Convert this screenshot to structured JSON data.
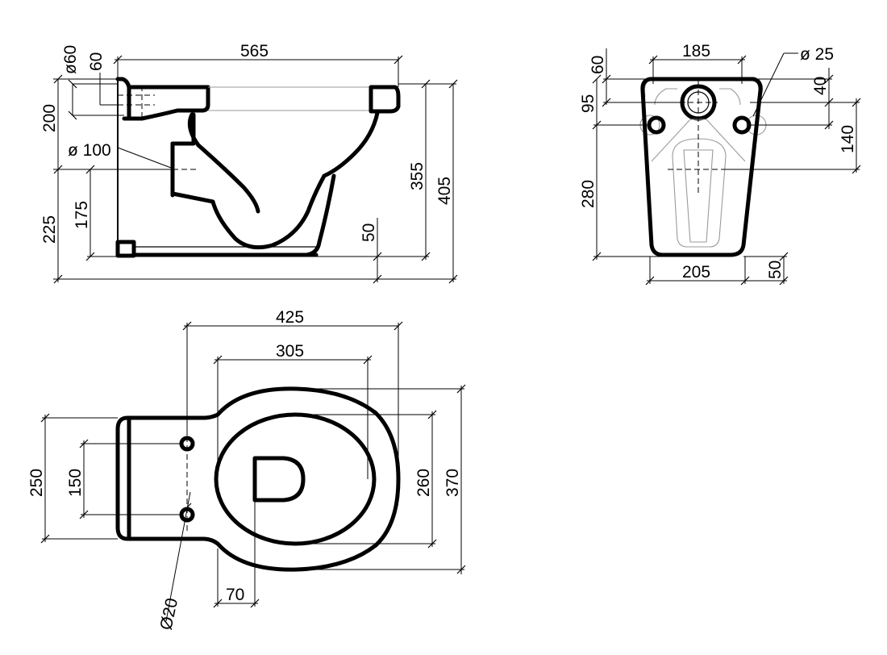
{
  "labels": {
    "side_d60": "ø60",
    "side_60": "60",
    "side_565": "565",
    "side_200": "200",
    "side_d100": "ø 100",
    "side_225": "225",
    "side_175": "175",
    "side_355": "355",
    "side_405": "405",
    "side_50": "50",
    "front_60": "60",
    "front_185": "185",
    "front_d25": "ø 25",
    "front_40": "40",
    "front_95": "95",
    "front_140": "140",
    "front_280": "280",
    "front_205": "205",
    "front_50": "50",
    "top_425": "425",
    "top_305": "305",
    "top_250": "250",
    "top_150": "150",
    "top_260": "260",
    "top_370": "370",
    "top_70": "70",
    "top_d20": "Ø20"
  }
}
